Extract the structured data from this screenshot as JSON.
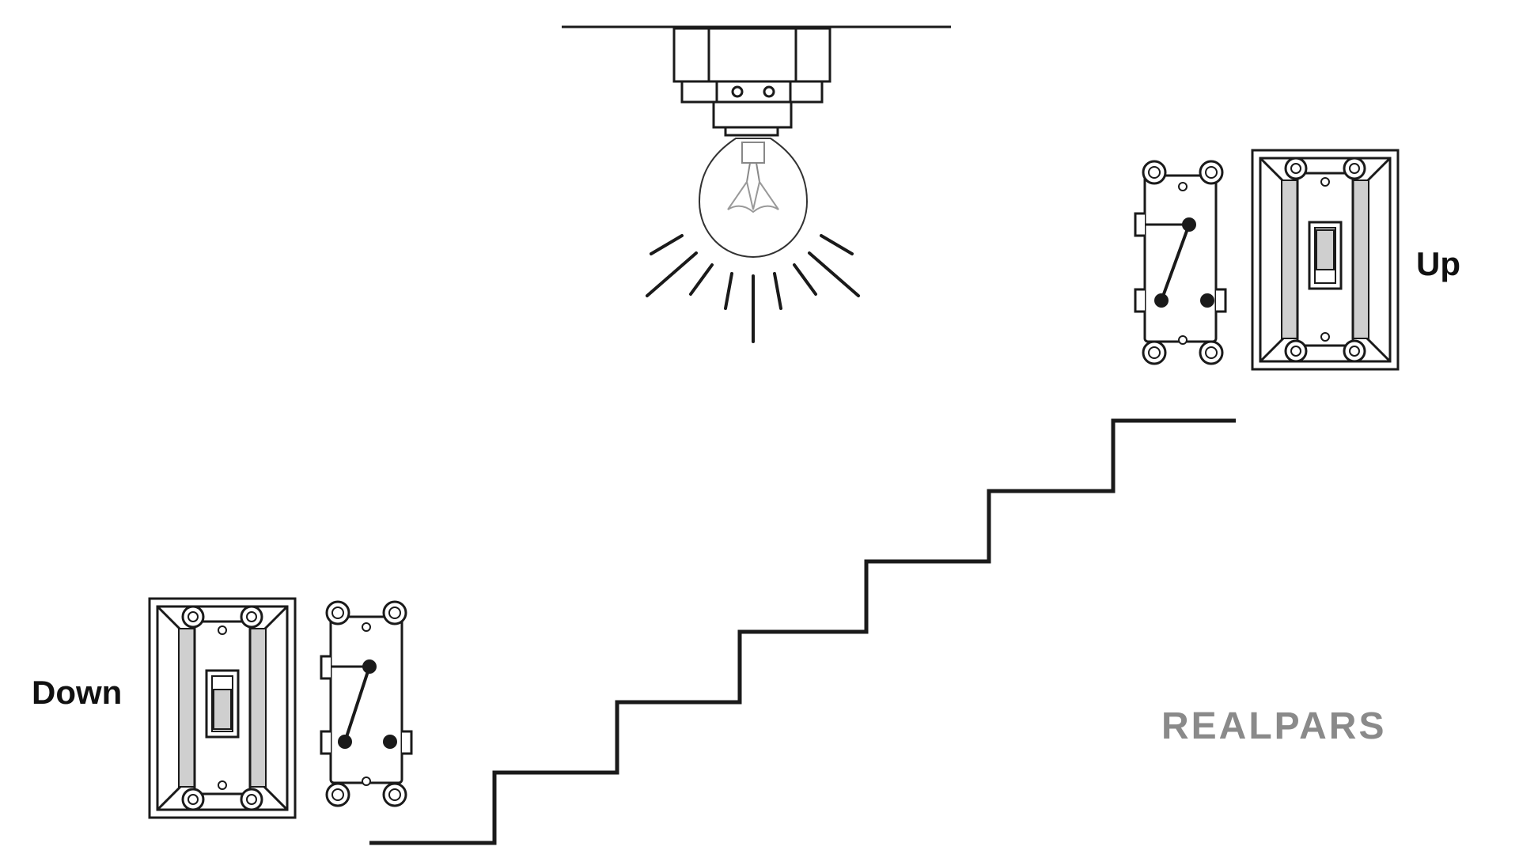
{
  "labels": {
    "down": "Down",
    "up": "Up"
  },
  "brand": {
    "name": "REALPARS"
  },
  "colors": {
    "line": "#1a1a1a",
    "bulb_glass": "#333333",
    "brand": "#8a8a8a",
    "switch_fill": "#ffffff",
    "switch_inner_gray": "#cfcfcf"
  },
  "switches": {
    "down": {
      "toggle": "down",
      "contacts": "left-lower"
    },
    "up": {
      "toggle": "up",
      "contacts": "left-lower"
    }
  }
}
